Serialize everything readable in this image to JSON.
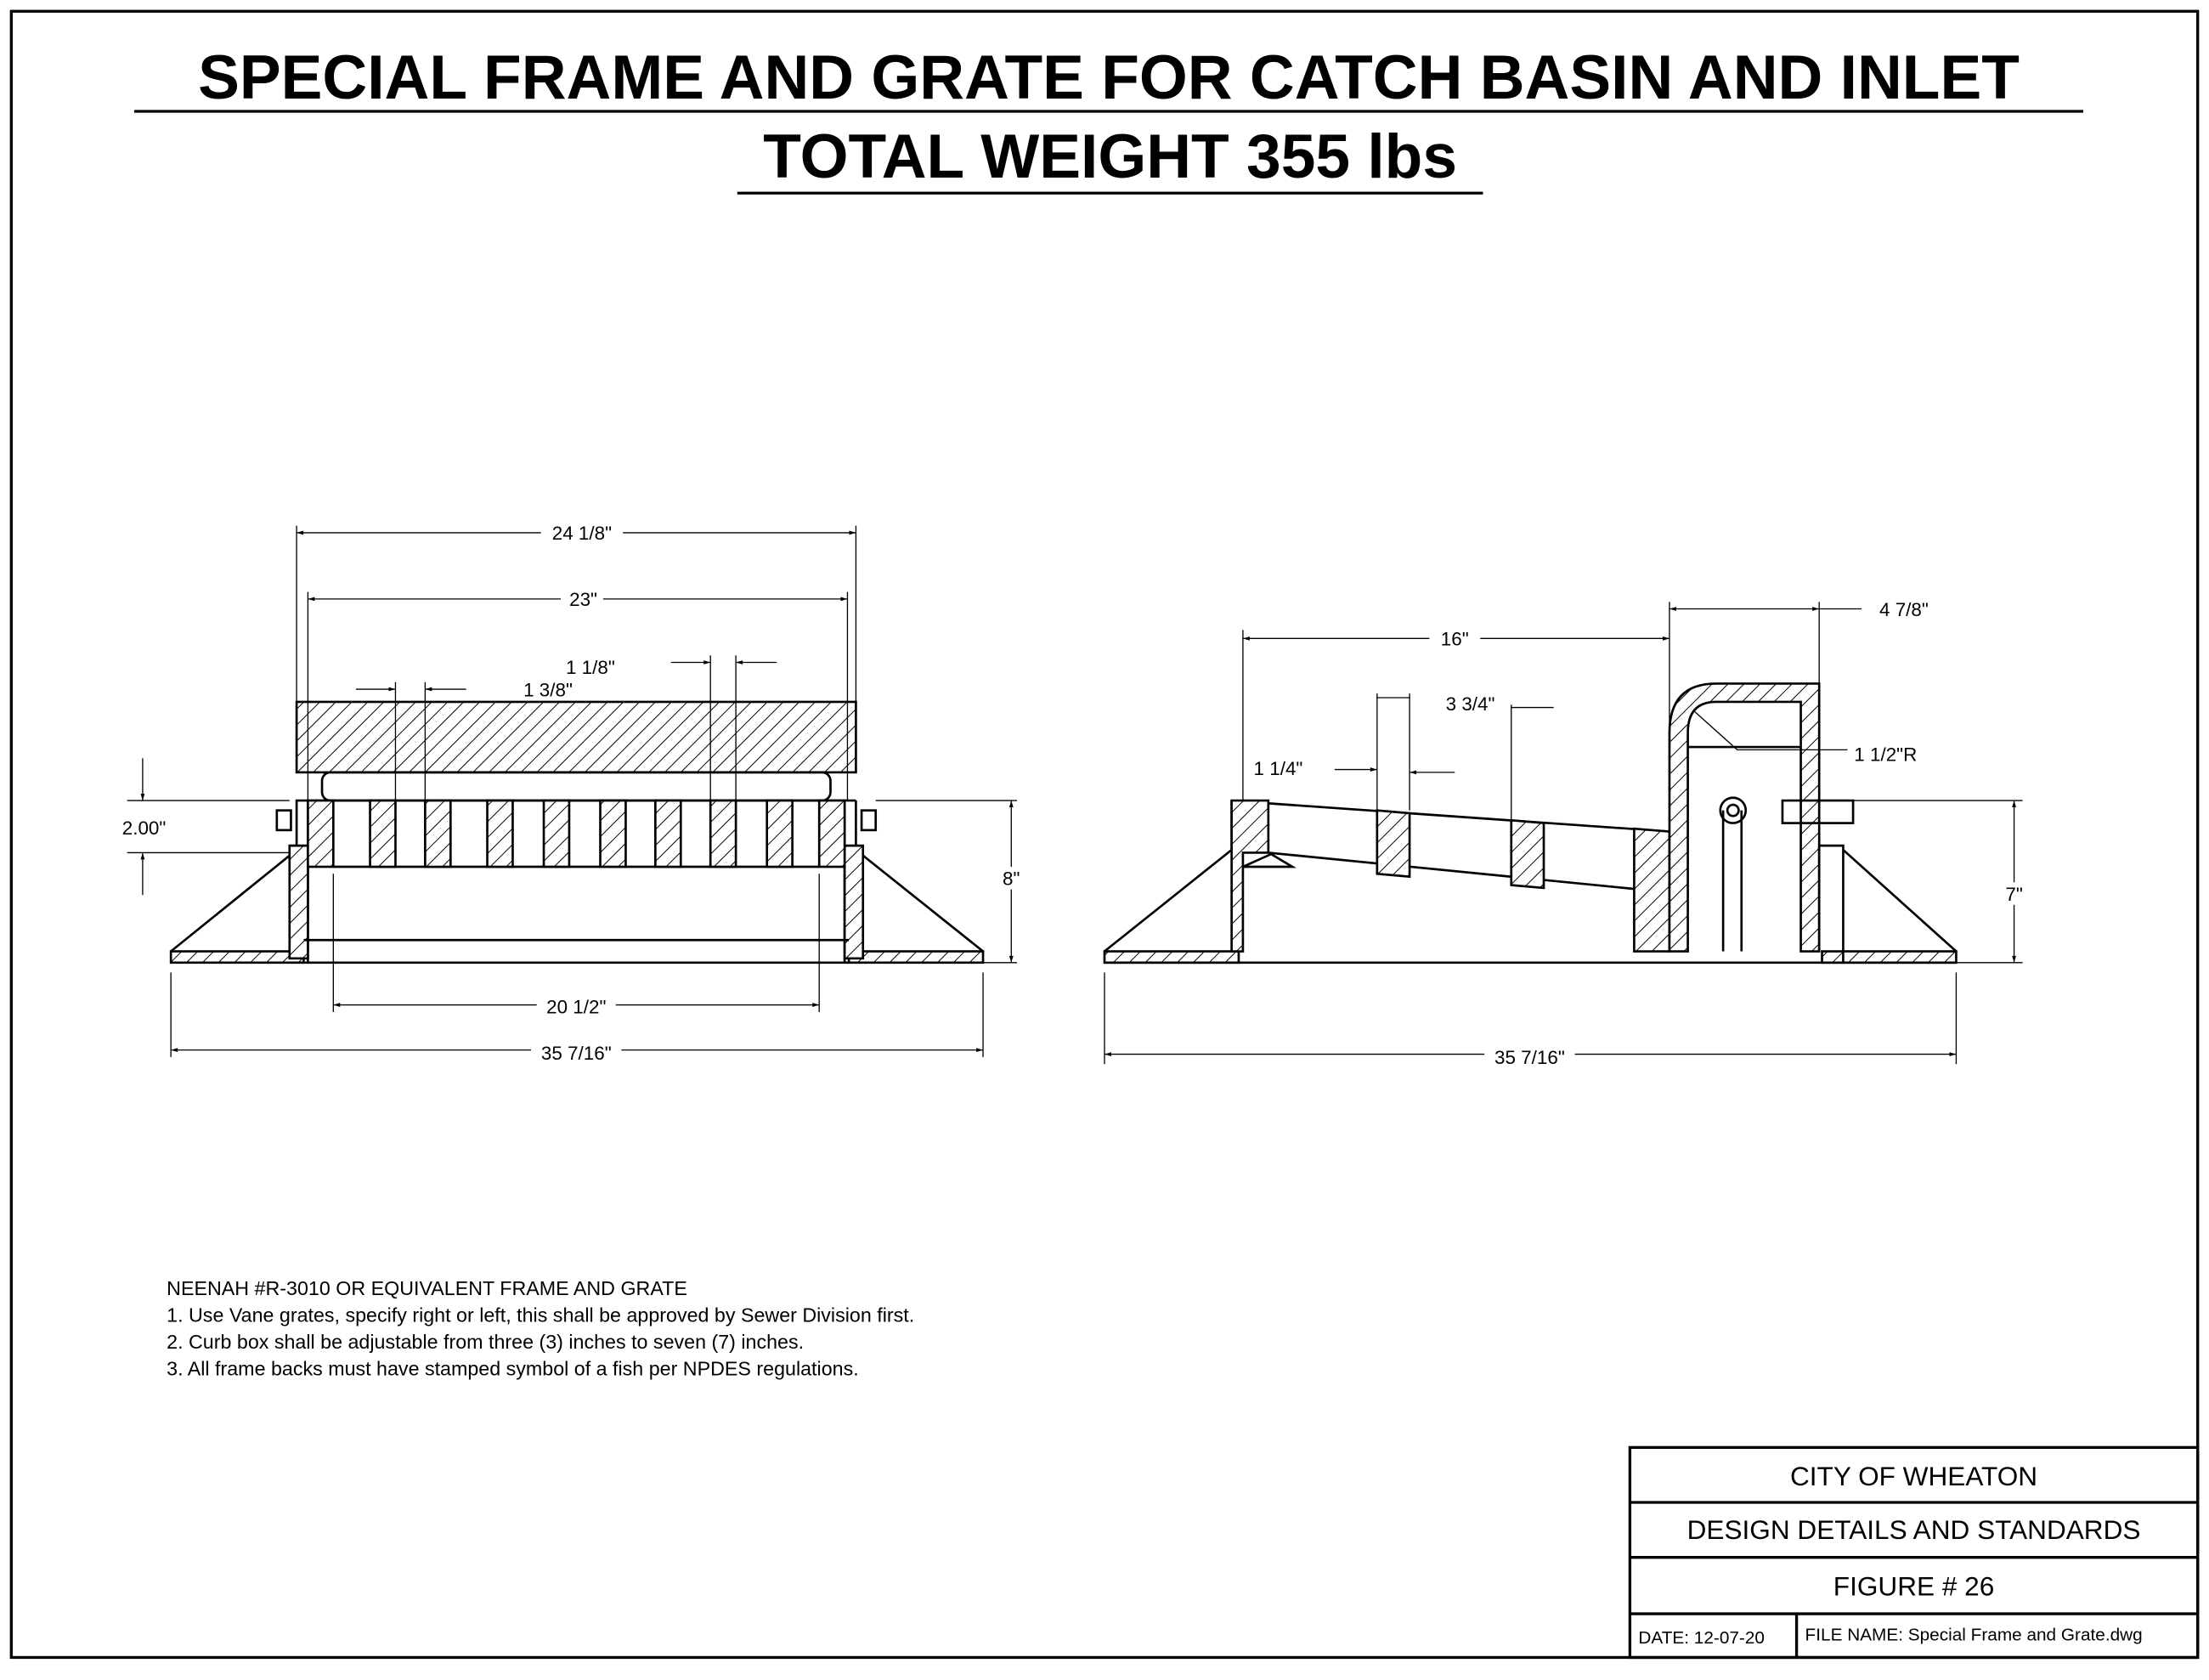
{
  "title": {
    "line1": "SPECIAL FRAME AND GRATE FOR CATCH BASIN AND INLET",
    "line2": "TOTAL WEIGHT 355 lbs"
  },
  "left_view": {
    "dims": {
      "overall_top": "24 1/8\"",
      "grate_width": "23\"",
      "bar_spacing": "1 1/8\"",
      "bar_gap": "1 3/8\"",
      "lip_height": "2.00\"",
      "height": "8\"",
      "inner_width": "20 1/2\"",
      "base_width": "35 7/16\""
    }
  },
  "right_view": {
    "dims": {
      "grate_length": "16\"",
      "curb_width": "4 7/8\"",
      "bar_spacing": "3 3/4\"",
      "bar_width": "1 1/4\"",
      "radius": "1 1/2\"R",
      "height": "7\"",
      "base_width": "35 7/16\""
    }
  },
  "notes": {
    "header": "NEENAH #R-3010  OR EQUIVALENT FRAME AND GRATE",
    "items": [
      "1.  Use Vane grates, specify right or left, this shall be approved by Sewer Division first.",
      "2.  Curb box shall be adjustable from three (3) inches to seven (7) inches.",
      "3.  All frame backs must have stamped symbol of a fish per NPDES regulations."
    ]
  },
  "title_block": {
    "org": "CITY OF WHEATON",
    "series": "DESIGN DETAILS AND STANDARDS",
    "figure": "FIGURE # 26",
    "date": "DATE: 12-07-20",
    "file_name": "FILE NAME: Special Frame and Grate.dwg"
  }
}
